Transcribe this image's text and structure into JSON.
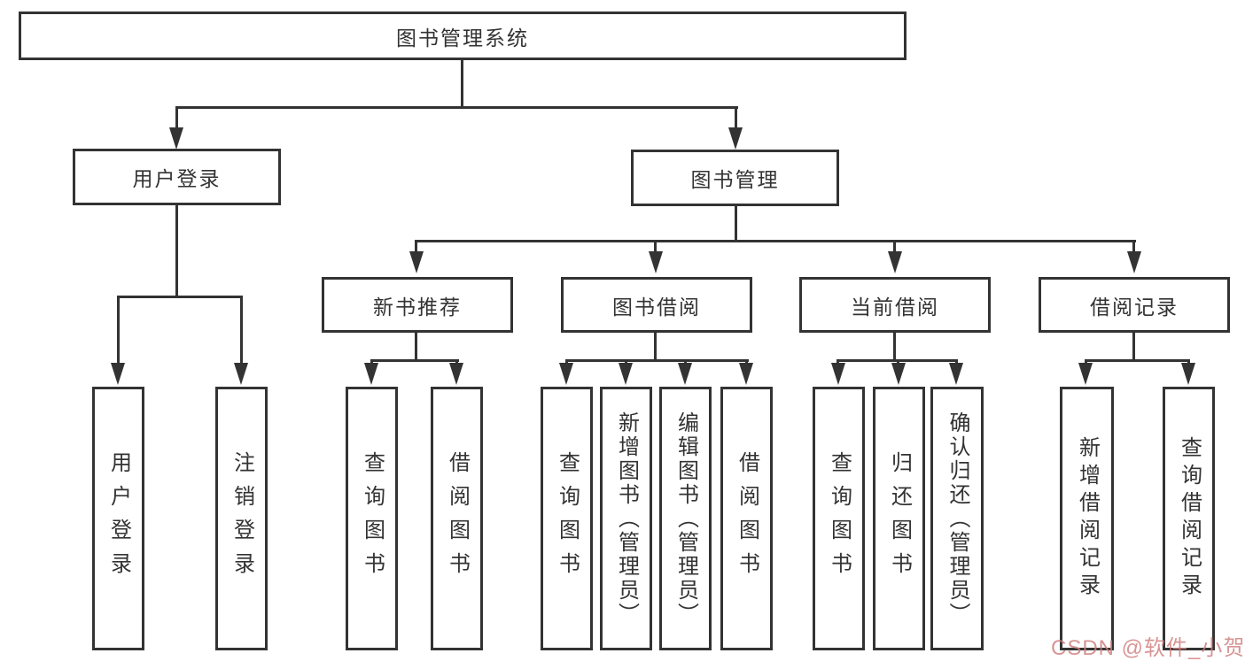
{
  "tree": {
    "root": "图书管理系统",
    "branches": [
      {
        "label": "用户登录",
        "children": [
          "用户登录",
          "注销登录"
        ]
      },
      {
        "label": "图书管理",
        "children": [
          {
            "label": "新书推荐",
            "children": [
              "查询图书",
              "借阅图书"
            ]
          },
          {
            "label": "图书借阅",
            "children": [
              "查询图书",
              "新增图书（管理员）",
              "编辑图书（管理员）",
              "借阅图书"
            ]
          },
          {
            "label": "当前借阅",
            "children": [
              "查询图书",
              "归还图书",
              "确认归还（管理员）"
            ]
          },
          {
            "label": "借阅记录",
            "children": [
              "新增借阅记录",
              "查询借阅记录"
            ]
          }
        ]
      }
    ]
  },
  "watermark": "CSDN @软件_小贺同学",
  "colors": {
    "line": "#333333",
    "text": "#333333",
    "background": "#ffffff",
    "watermark": "#cf7d7d"
  }
}
